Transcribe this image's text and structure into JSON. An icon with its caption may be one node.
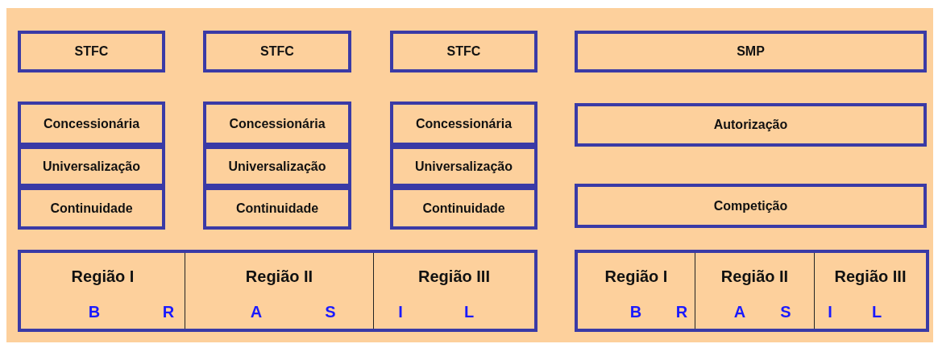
{
  "diagram": {
    "nodes": [
      {
        "text": [
          "STFC"
        ]
      },
      {
        "text": [
          "STFC"
        ]
      },
      {
        "text": [
          "STFC"
        ]
      },
      {
        "text": [
          "SMP"
        ]
      },
      {
        "text": [
          "Concessionária"
        ]
      },
      {
        "text": [
          "Concessionária"
        ]
      },
      {
        "text": [
          "Concessionária"
        ]
      },
      {
        "text": [
          "Autorização"
        ]
      },
      {
        "text": [
          "Universalização"
        ]
      },
      {
        "text": [
          "Universalização"
        ]
      },
      {
        "text": [
          "Universalização"
        ]
      },
      {
        "text": [
          "Continuidade"
        ]
      },
      {
        "text": [
          "Continuidade"
        ]
      },
      {
        "text": [
          "Continuidade"
        ]
      },
      {
        "text": [
          "Competição"
        ]
      },
      {
        "text": [],
        "shape": "box"
      },
      {
        "text": [
          "Região I",
          "B",
          "R"
        ],
        "in": 15
      },
      {
        "text": [
          "Região II",
          "A",
          "S"
        ],
        "in": 15
      },
      {
        "text": [
          "Região III",
          "I",
          "L"
        ],
        "in": 15
      },
      {
        "text": [],
        "shape": "box"
      },
      {
        "text": [
          "Região I",
          "B",
          "R"
        ],
        "in": 19
      },
      {
        "text": [
          "Região II",
          "A",
          "S"
        ],
        "in": 19
      },
      {
        "text": [
          "Região III",
          "I",
          "L"
        ],
        "in": 19
      }
    ]
  }
}
